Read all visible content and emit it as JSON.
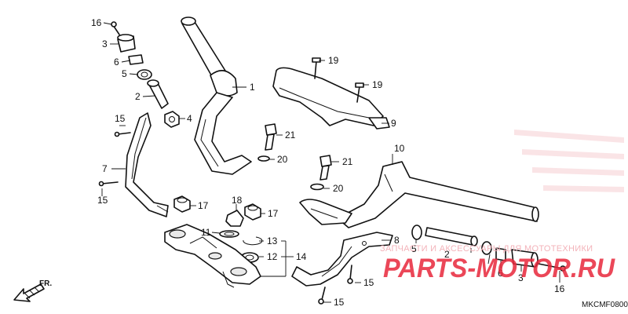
{
  "diagram": {
    "code": "MKCMF0800",
    "direction": "FR.",
    "callouts": {
      "c1": "1",
      "c2a": "2",
      "c2b": "2",
      "c3a": "3",
      "c3b": "3",
      "c4": "4",
      "c5a": "5",
      "c5b": "5",
      "c6a": "6",
      "c6b": "6",
      "c7": "7",
      "c8": "8",
      "c9": "9",
      "c10": "10",
      "c11": "11",
      "c12": "12",
      "c13": "13",
      "c14": "14",
      "c15a": "15",
      "c15b": "15",
      "c15c": "15",
      "c15d": "15",
      "c16a": "16",
      "c16b": "16",
      "c17a": "17",
      "c17b": "17",
      "c18": "18",
      "c19a": "19",
      "c19b": "19",
      "c20a": "20",
      "c20b": "20",
      "c21a": "21",
      "c21b": "21"
    }
  },
  "watermark": {
    "text": "ЗАПЧАСТИ И АКСЕССУАРЫ ДЛЯ МОТОТЕХНИКИ",
    "logo": "PARTS-MOTOR.RU"
  },
  "colors": {
    "line": "#111111",
    "watermark": "#e8283c",
    "watermark_light": "#f3b3ba"
  }
}
